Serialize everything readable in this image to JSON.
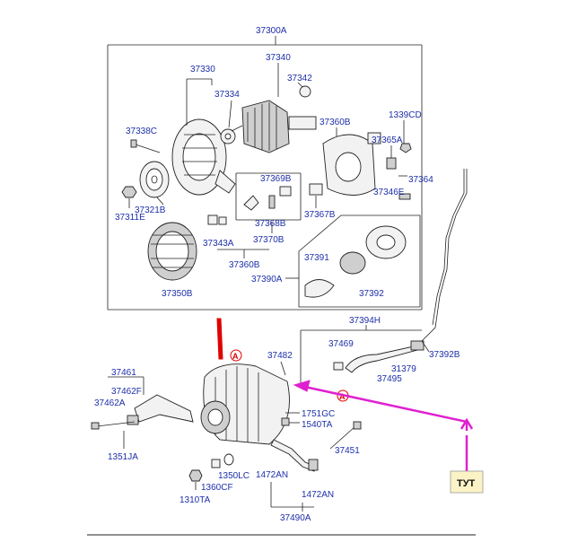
{
  "assembly_label": "37300A",
  "parts": {
    "p37330": "37330",
    "p37340": "37340",
    "p37342": "37342",
    "p37334": "37334",
    "p37338C": "37338C",
    "p37321B": "37321B",
    "p37311E": "37311E",
    "p37369B": "37369B",
    "p37368B": "37368B",
    "p37370B": "37370B",
    "p37343A": "37343A",
    "p37360B_top": "37360B",
    "p37350B": "37350B",
    "p37360B_right": "37360B",
    "p1339CD": "1339CD",
    "p37365A": "37365A",
    "p37364": "37364",
    "p37346E": "37346E",
    "p37367B": "37367B",
    "p37391": "37391",
    "p37390A": "37390A",
    "p37392": "37392",
    "p37394H": "37394H",
    "p37482": "37482",
    "p37469": "37469",
    "p31379": "31379",
    "p37495": "37495",
    "p37392B": "37392B",
    "p37461": "37461",
    "p37462F": "37462F",
    "p37462A": "37462A",
    "p1351JA": "1351JA",
    "p1751GC": "1751GC",
    "p1540TA": "1540TA",
    "p37451": "37451",
    "p1350LC": "1350LC",
    "p1360CF": "1360CF",
    "p1310TA": "1310TA",
    "p1472AN_a": "1472AN",
    "p1472AN_b": "1472AN",
    "p37490A": "37490A"
  },
  "callouts": {
    "circle_a_main": "A",
    "circle_a_hose": "A"
  },
  "annotation": {
    "note_label": "ТУТ",
    "arrow_color": "#e020d0",
    "marker_color": "#e00000"
  },
  "colors": {
    "label": "#1d2fa8",
    "line": "#222222"
  }
}
